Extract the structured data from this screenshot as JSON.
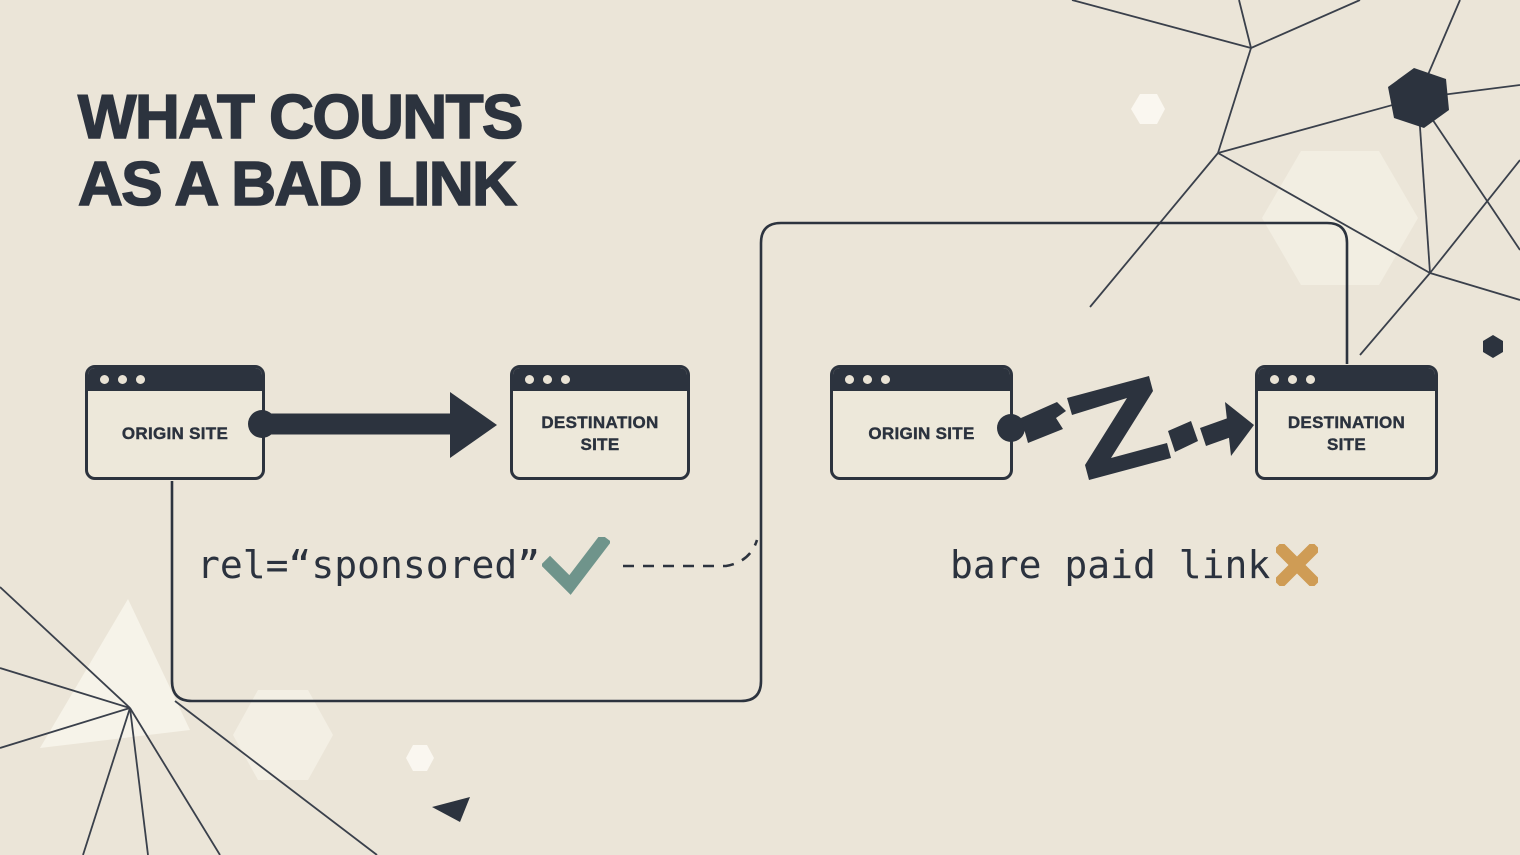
{
  "title": {
    "line1": "WHAT COUNTS",
    "line2": "AS A BAD LINK"
  },
  "colors": {
    "background": "#EBE5D8",
    "ink": "#2C333E",
    "window_fill": "#EDE8DA",
    "check_green": "#6F948B",
    "cross_orange": "#CF9C55"
  },
  "good_example": {
    "origin_label": "ORIGIN SITE",
    "destination_label": "DESTINATION SITE",
    "link_type": "solid-arrow",
    "annotation": "rel=“sponsored”",
    "verdict": "approved"
  },
  "bad_example": {
    "origin_label": "ORIGIN SITE",
    "destination_label": "DESTINATION SITE",
    "link_type": "broken-zigzag-arrow",
    "annotation": "bare paid link",
    "verdict": "rejected"
  }
}
